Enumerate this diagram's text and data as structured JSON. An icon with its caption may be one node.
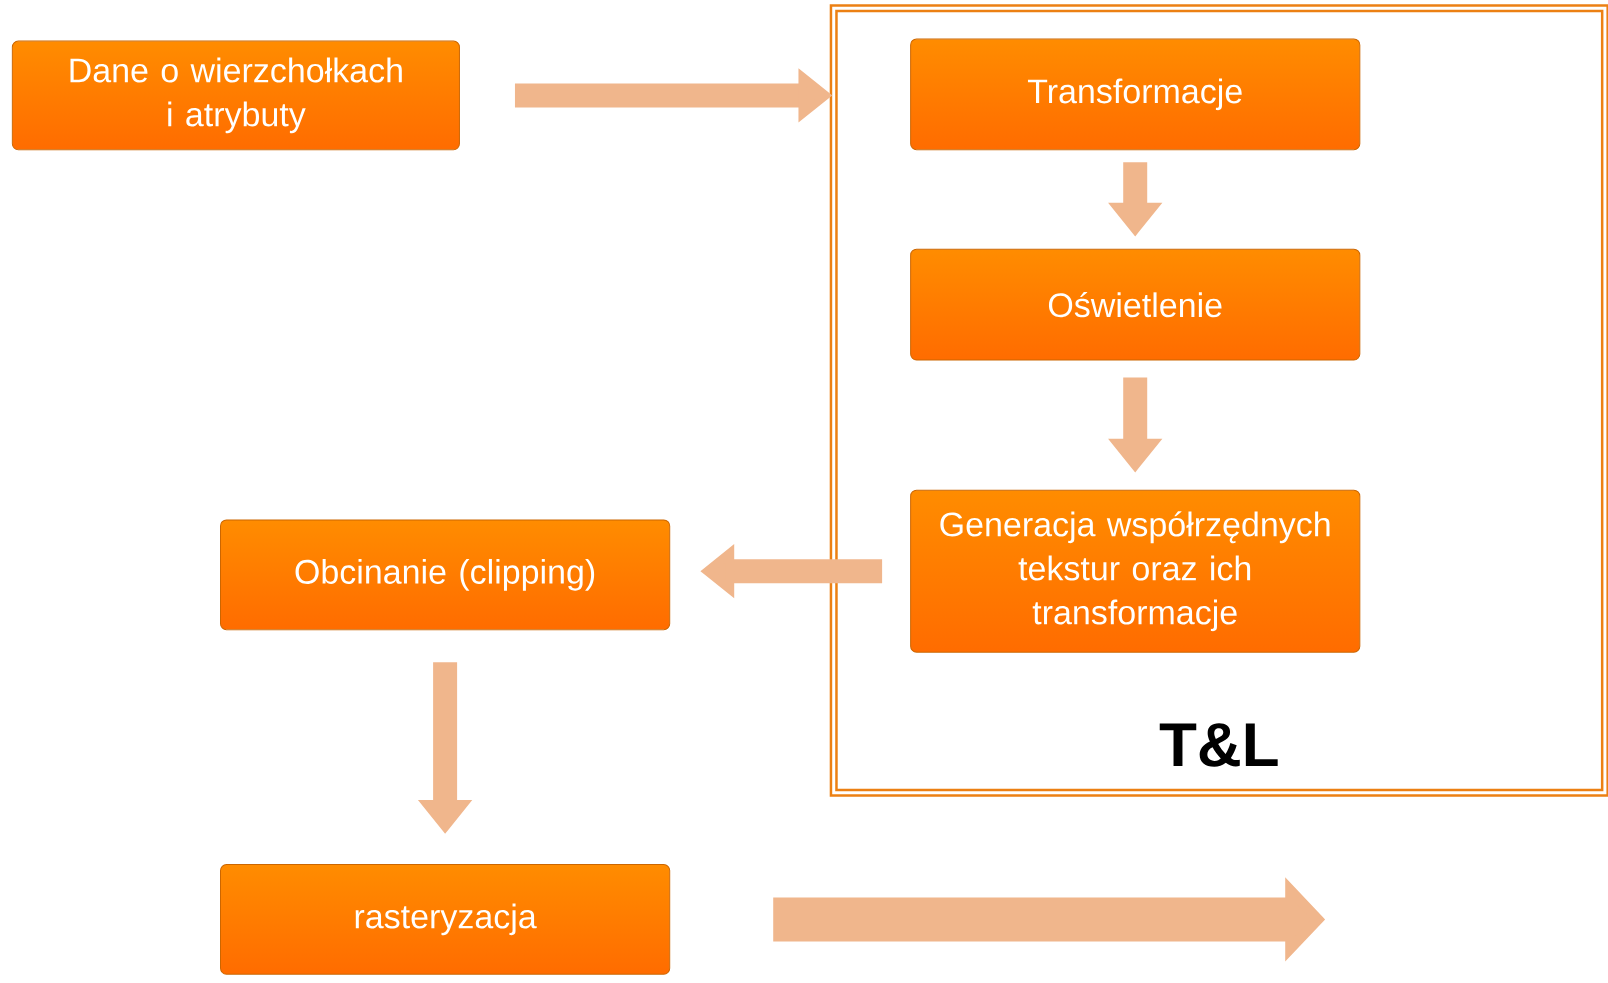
{
  "diagram": {
    "nodes": [
      {
        "text": [
          "Dane o wierzchołkach i atrybuty"
        ]
      },
      {
        "text": [
          "T&L"
        ]
      },
      {
        "text": [
          "Transformacje"
        ],
        "in": 1
      },
      {
        "text": [
          "Oświetlenie"
        ],
        "in": 1
      },
      {
        "text": [
          "Generacja współrzędnych tekstur oraz ich transformacje"
        ],
        "in": 1
      },
      {
        "text": [
          "Obcinanie (clipping)"
        ]
      },
      {
        "text": [
          "rasteryzacja"
        ]
      }
    ],
    "edges": [
      {
        "from": 0,
        "to": 1,
        "arrow": "to"
      },
      {
        "from": 2,
        "to": 3,
        "arrow": "to"
      },
      {
        "from": 3,
        "to": 4,
        "arrow": "to"
      },
      {
        "from": 4,
        "to": 5,
        "arrow": "to"
      },
      {
        "from": 5,
        "to": 6,
        "arrow": "to"
      },
      {
        "from": 6,
        "to": null,
        "arrow": "to",
        "style": "thick"
      }
    ]
  }
}
